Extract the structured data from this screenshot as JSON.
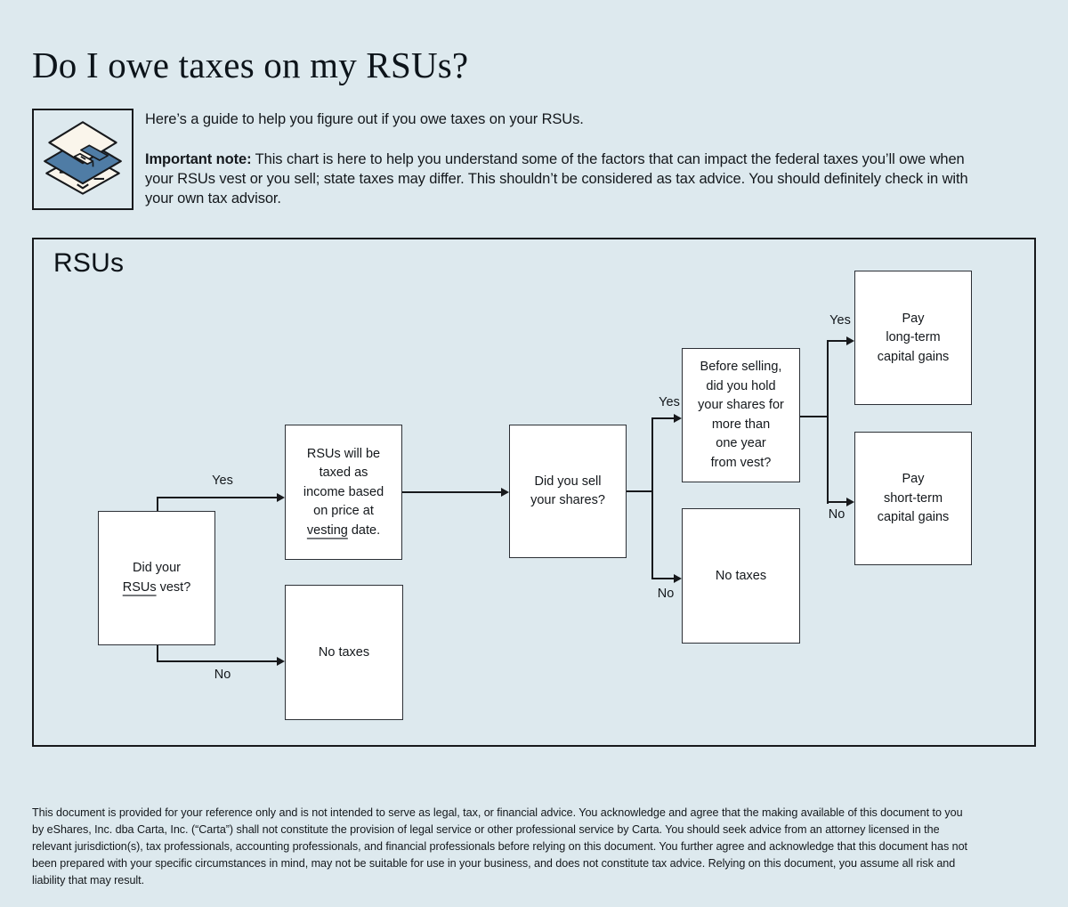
{
  "page": {
    "title": "Do I owe taxes on my RSUs?",
    "icon": "stacked-layers-icon",
    "intro": "Here’s a guide to help you figure out if you owe taxes on your RSUs.",
    "note_label": "Important note:",
    "note_text": " This chart is here to help you understand some of the factors that can impact the federal taxes you’ll owe when your RSUs vest or you sell; state taxes may differ. This shouldn’t be considered as tax advice. You should definitely check in with your own tax advisor.",
    "colors": {
      "background": "#dde9ee",
      "line": "#17191c",
      "node_border": "#2c3036",
      "box_fill": "#ffffff",
      "icon_blue": "#4f7ca5",
      "icon_cream": "#faf5eb",
      "text": "#14181c"
    }
  },
  "chart": {
    "heading": "RSUs",
    "nodes": {
      "vest": {
        "l1": "Did your",
        "l2u": "RSUs",
        "l2r": " vest?"
      },
      "taxed": {
        "l1": "RSUs will be",
        "l2": "taxed as",
        "l3": "income based",
        "l4": "on price at",
        "l5u": "vesting",
        "l5r": " date."
      },
      "sell": {
        "l1": "Did you sell",
        "l2": "your shares?"
      },
      "hold": {
        "l1": "Before selling,",
        "l2": "did you hold",
        "l3": "your shares for",
        "l4": "more than",
        "l5": "one year",
        "l6": "from vest?"
      },
      "no_taxes_after_sell": {
        "l1": "No taxes"
      },
      "pay_long_term": {
        "l1": "Pay",
        "l2": "long-term",
        "l3": "capital gains"
      },
      "pay_short_term": {
        "l1": "Pay",
        "l2": "short-term",
        "l3": "capital gains"
      },
      "no_taxes_no_vest": {
        "l1": "No taxes"
      }
    },
    "labels": {
      "vest_yes": "Yes",
      "vest_no": "No",
      "sell_yes": "Yes",
      "sell_no": "No",
      "hold_yes": "Yes",
      "hold_no": "No"
    },
    "edges": [
      {
        "from": "vest",
        "to": "taxed",
        "label": "Yes"
      },
      {
        "from": "vest",
        "to": "no_taxes_no_vest",
        "label": "No"
      },
      {
        "from": "taxed",
        "to": "sell",
        "label": ""
      },
      {
        "from": "sell",
        "to": "hold",
        "label": "Yes"
      },
      {
        "from": "sell",
        "to": "no_taxes_after_sell",
        "label": "No"
      },
      {
        "from": "hold",
        "to": "pay_long_term",
        "label": "Yes"
      },
      {
        "from": "hold",
        "to": "pay_short_term",
        "label": "No"
      }
    ]
  },
  "footer": {
    "disclaimer": "This document is provided for your reference only and is not intended to serve as legal, tax, or financial advice. You acknowledge and agree that the making available of this document to you by eShares, Inc. dba Carta, Inc. (“Carta”) shall not constitute the provision of legal service or other professional service by Carta. You should seek advice from an attorney licensed in the relevant jurisdiction(s), tax professionals, accounting professionals, and financial professionals before relying on this document. You further agree and acknowledge that this document has not been prepared with your specific circumstances in mind, may not be suitable for use in your business, and does not constitute tax advice. Relying on this document, you assume all risk and liability that may result."
  }
}
